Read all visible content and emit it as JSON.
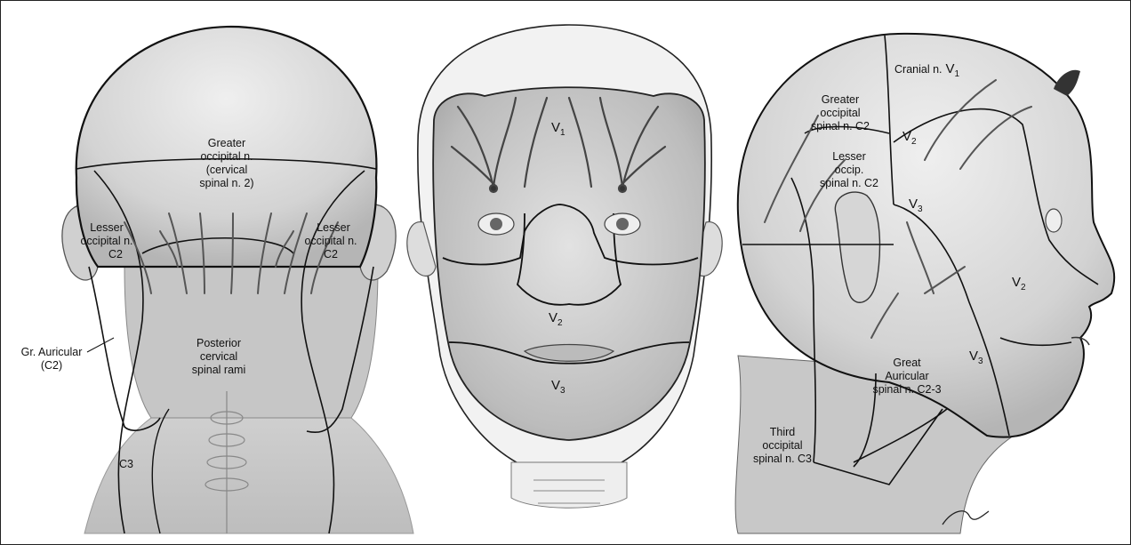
{
  "colors": {
    "line": "#1a1a1a",
    "skin_light": "#e6e6e6",
    "skin_mid": "#c9c9c9",
    "skin_dark": "#9a9a9a",
    "nerve": "#555555"
  },
  "posterior_view": {
    "greater_occipital": [
      "Greater",
      "occipital n.",
      "(cervical",
      "spinal n. 2)"
    ],
    "lesser_occipital_left": [
      "Lesser",
      "occipital n.",
      "C2"
    ],
    "lesser_occipital_right": [
      "Lesser",
      "occipital n.",
      "C2"
    ],
    "gr_auricular": [
      "Gr. Auricular",
      "(C2)"
    ],
    "posterior_rami": [
      "Posterior",
      "cervical",
      "spinal rami"
    ],
    "c3": "C3"
  },
  "anterior_view": {
    "v1": {
      "main": "V",
      "sub": "1"
    },
    "v2": {
      "main": "V",
      "sub": "2"
    },
    "v3": {
      "main": "V",
      "sub": "3"
    }
  },
  "lateral_view": {
    "cranial": {
      "text": "Cranial n.",
      "v": "V",
      "sub": "1"
    },
    "greater_occipital": [
      "Greater",
      "occipital",
      "spinal n. C2"
    ],
    "v2_upper": {
      "main": "V",
      "sub": "2"
    },
    "lesser_occip": [
      "Lesser",
      "occip.",
      "spinal n.  C2"
    ],
    "v3_upper": {
      "main": "V",
      "sub": "3"
    },
    "v2_lower": {
      "main": "V",
      "sub": "2"
    },
    "v3_lower": {
      "main": "V",
      "sub": "3"
    },
    "great_auricular": [
      "Great",
      "Auricular",
      "spinal n. C2-3"
    ],
    "third_occipital": [
      "Third",
      "occipital",
      "spinal n. C3"
    ]
  }
}
